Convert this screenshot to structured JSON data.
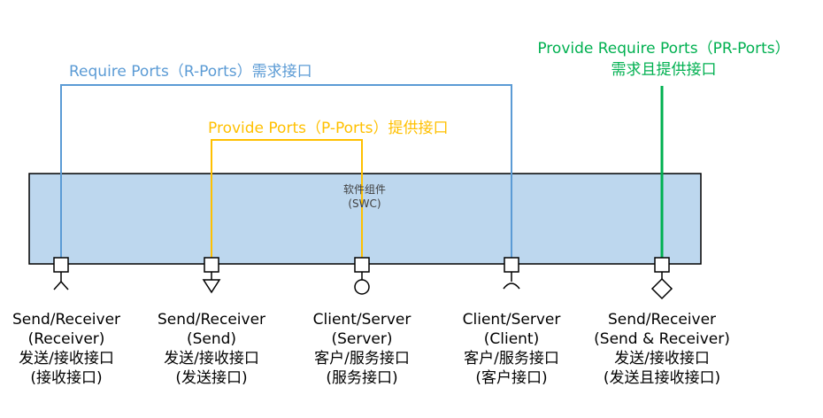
{
  "colors": {
    "require": "#5b9bd5",
    "provide": "#ffc000",
    "pr": "#00b050",
    "swc_fill": "#bdd7ee",
    "swc_stroke": "#000000"
  },
  "labels": {
    "require_ports": "Require Ports（R-Ports）需求接口",
    "provide_ports": "Provide Ports（P-Ports）提供接口",
    "pr_ports_line1": "Provide Require Ports（PR-Ports）",
    "pr_ports_line2": "需求且提供接口"
  },
  "swc": {
    "name": "软件组件",
    "abbr": "(SWC)"
  },
  "ports": [
    {
      "symbol": "receiver-fork",
      "lines": [
        "Send/Receiver",
        "(Receiver)",
        "发送/接收接口",
        "(接收接口)"
      ]
    },
    {
      "symbol": "sender-triangle",
      "lines": [
        "Send/Receiver",
        "(Send)",
        "发送/接收接口",
        "(发送接口)"
      ]
    },
    {
      "symbol": "server-circle",
      "lines": [
        "Client/Server",
        "(Server)",
        "客户/服务接口",
        "(服务接口)"
      ]
    },
    {
      "symbol": "client-cup",
      "lines": [
        "Client/Server",
        "(Client)",
        "客户/服务接口",
        "(客户接口)"
      ]
    },
    {
      "symbol": "send-receive-diamond",
      "lines": [
        "Send/Receiver",
        "(Send & Receiver)",
        "发送/接收接口",
        "(发送且接收接口)"
      ]
    }
  ]
}
